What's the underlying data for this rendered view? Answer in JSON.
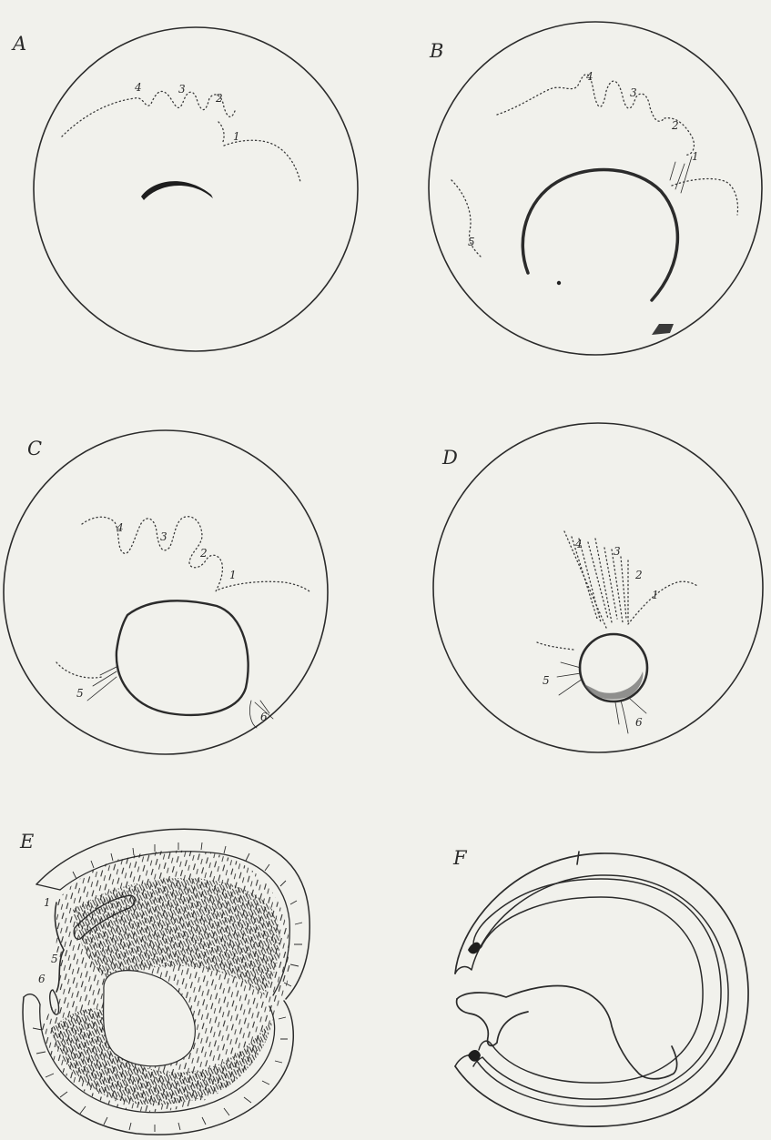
{
  "panels": [
    {
      "letter": "A",
      "labels": [
        "4",
        "3",
        "2",
        "1"
      ]
    },
    {
      "letter": "B",
      "labels": [
        "4",
        "3",
        "2",
        "1",
        "5"
      ]
    },
    {
      "letter": "C",
      "labels": [
        "4",
        "3",
        "2",
        "1",
        "5",
        "6"
      ]
    },
    {
      "letter": "D",
      "labels": [
        "4",
        "3",
        "2",
        "1",
        "5",
        "6"
      ]
    },
    {
      "letter": "E",
      "labels": [
        "1",
        "5",
        "6"
      ]
    },
    {
      "letter": "F",
      "labels": []
    }
  ],
  "colors": {
    "paper": "#f1f1ec",
    "ink": "#2b2b2b"
  }
}
